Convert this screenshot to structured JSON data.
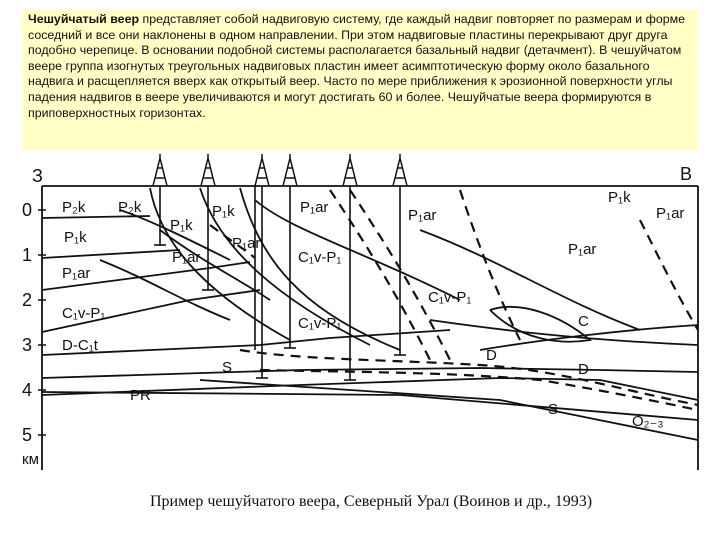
{
  "text": {
    "term": "Чешуйчатый веер",
    "body": " представляет собой надвиговую систему, где каждый надвиг повторяет по размерам и форме соседний и все они наклонены в одном направлении. При этом надвиговые пластины перекрывают друг друга подобно черепице. В основании подобной системы располагается базальный надвиг (детачмент). В чешуйчатом веере группа изогнутых треугольных надвиговых пластин имеет асимптотическую форму около базального надвига и расщепляется вверх как открытый веер. Часто по мере приближения к эрозионной поверхности углы падения надвигов в веере увеличиваются и могут достигать 60 и более. Чешуйчатые веера формируются в приповерхностных горизонтах."
  },
  "diagram": {
    "west": "З",
    "east": "В",
    "depth_ticks": [
      "0",
      "1",
      "2",
      "3",
      "4",
      "5"
    ],
    "depth_unit": "км",
    "labels": {
      "p2k_left": "P₂k",
      "p2k_mid": "P₂k",
      "p1k_left": "P₁k",
      "p1k_a": "P₁k",
      "p1k_b": "P₁k",
      "p1k_right": "P₁k",
      "p1ar_left": "P₁ar",
      "p1ar_a": "P₁ar",
      "p1ar_b": "P₁ar",
      "p1ar_top": "P₁ar",
      "p1ar_mid": "P₁ar",
      "p1ar_right_top": "P₁ar",
      "p1ar_right": "P₁ar",
      "c1vp1_left": "C₁v-P₁",
      "c1vp1_a": "C₁v-P₁",
      "c1vp1_b": "C₁v-P₁",
      "c1vp1_c": "C₁v-P₁",
      "dc1t": "D-C₁t",
      "pr": "PR",
      "s_left": "S",
      "s_right": "S",
      "c_right": "C",
      "d_a": "D",
      "d_b": "D",
      "o23": "O₂₋₃"
    }
  },
  "caption": "Пример чешуйчатого веера, Северный Урал (Воинов и др., 1993)"
}
